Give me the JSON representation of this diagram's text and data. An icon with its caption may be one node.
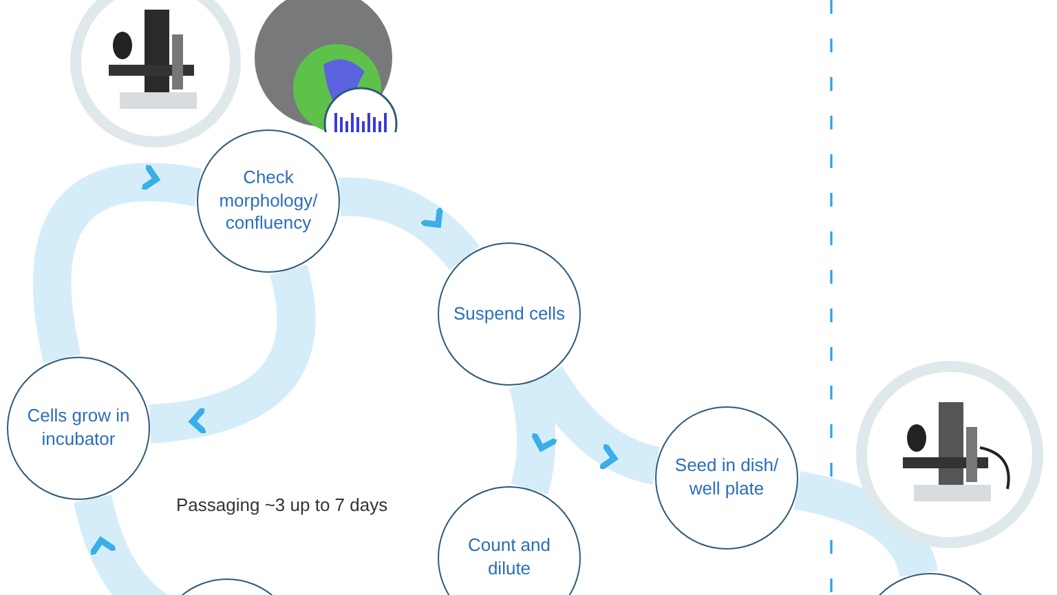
{
  "diagram": {
    "nodes": [
      {
        "text": [],
        "shape": "picture"
      },
      {
        "text": [],
        "shape": "picture"
      },
      {
        "text": [
          "Check morphology/ confluency"
        ]
      },
      {
        "text": [
          "Suspend cells"
        ]
      },
      {
        "text": [
          "Cells grow in incubator"
        ]
      },
      {
        "text": [
          "Seed in dish/ well plate"
        ]
      },
      {
        "text": [],
        "shape": "picture"
      },
      {
        "text": [
          "Count and dilute"
        ]
      },
      {
        "text": [],
        "shape": "circle"
      },
      {
        "text": [],
        "shape": "circle"
      }
    ],
    "edges": [
      {
        "from": 4,
        "to": 2,
        "arrow": "to"
      },
      {
        "from": 2,
        "to": 4,
        "arrow": "to"
      },
      {
        "from": 2,
        "to": 3,
        "arrow": "to"
      },
      {
        "from": 3,
        "to": 7,
        "arrow": "to"
      },
      {
        "from": 3,
        "to": 5,
        "arrow": "to"
      },
      {
        "from": 5,
        "to": 9,
        "arrow": "none"
      },
      {
        "from": 8,
        "to": 4,
        "arrow": "to"
      }
    ],
    "labels": [
      "Passaging ~3 up to 7 days"
    ]
  }
}
